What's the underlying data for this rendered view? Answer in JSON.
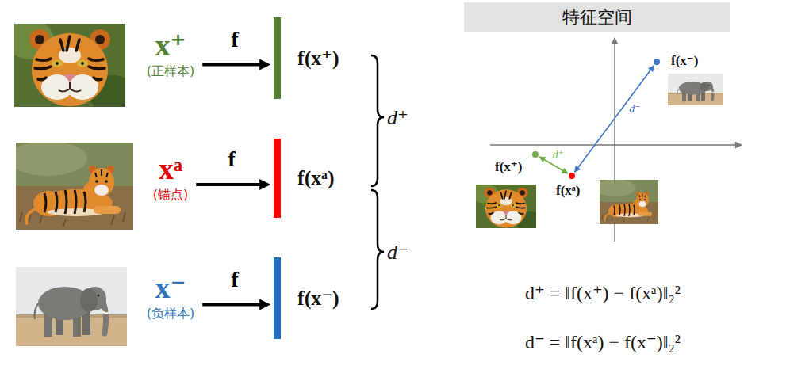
{
  "diagram": {
    "title": "特征空间",
    "nodes": [
      {
        "text": [
          "x⁺",
          "(正样本)"
        ]
      },
      {
        "text": [
          "xᵃ",
          "(锚点)"
        ]
      },
      {
        "text": [
          "x⁻",
          "(负样本)"
        ]
      },
      {
        "text": [
          "f(x⁺)"
        ]
      },
      {
        "text": [
          "f(xᵃ)"
        ]
      },
      {
        "text": [
          "f(x⁻)"
        ]
      },
      {
        "text": [
          "f(x⁻)"
        ]
      },
      {
        "text": [
          "f(x⁺)"
        ]
      },
      {
        "text": [
          "f(xᵃ)"
        ]
      }
    ],
    "edges": [
      {
        "from": 0,
        "to": 3,
        "label": "f",
        "arrow": "to"
      },
      {
        "from": 1,
        "to": 4,
        "label": "f",
        "arrow": "to"
      },
      {
        "from": 2,
        "to": 5,
        "label": "f",
        "arrow": "to"
      },
      {
        "from": 7,
        "to": 8,
        "label": "d⁺",
        "arrow": "both"
      },
      {
        "from": 8,
        "to": 6,
        "label": "d⁻",
        "arrow": "both"
      }
    ],
    "labels": [
      "d⁺",
      "d⁻",
      "d⁺ = ‖f(x⁺) − f(xᵃ)‖₂²",
      "d⁻ = ‖f(xᵃ) − f(x⁻)‖₂²"
    ]
  }
}
